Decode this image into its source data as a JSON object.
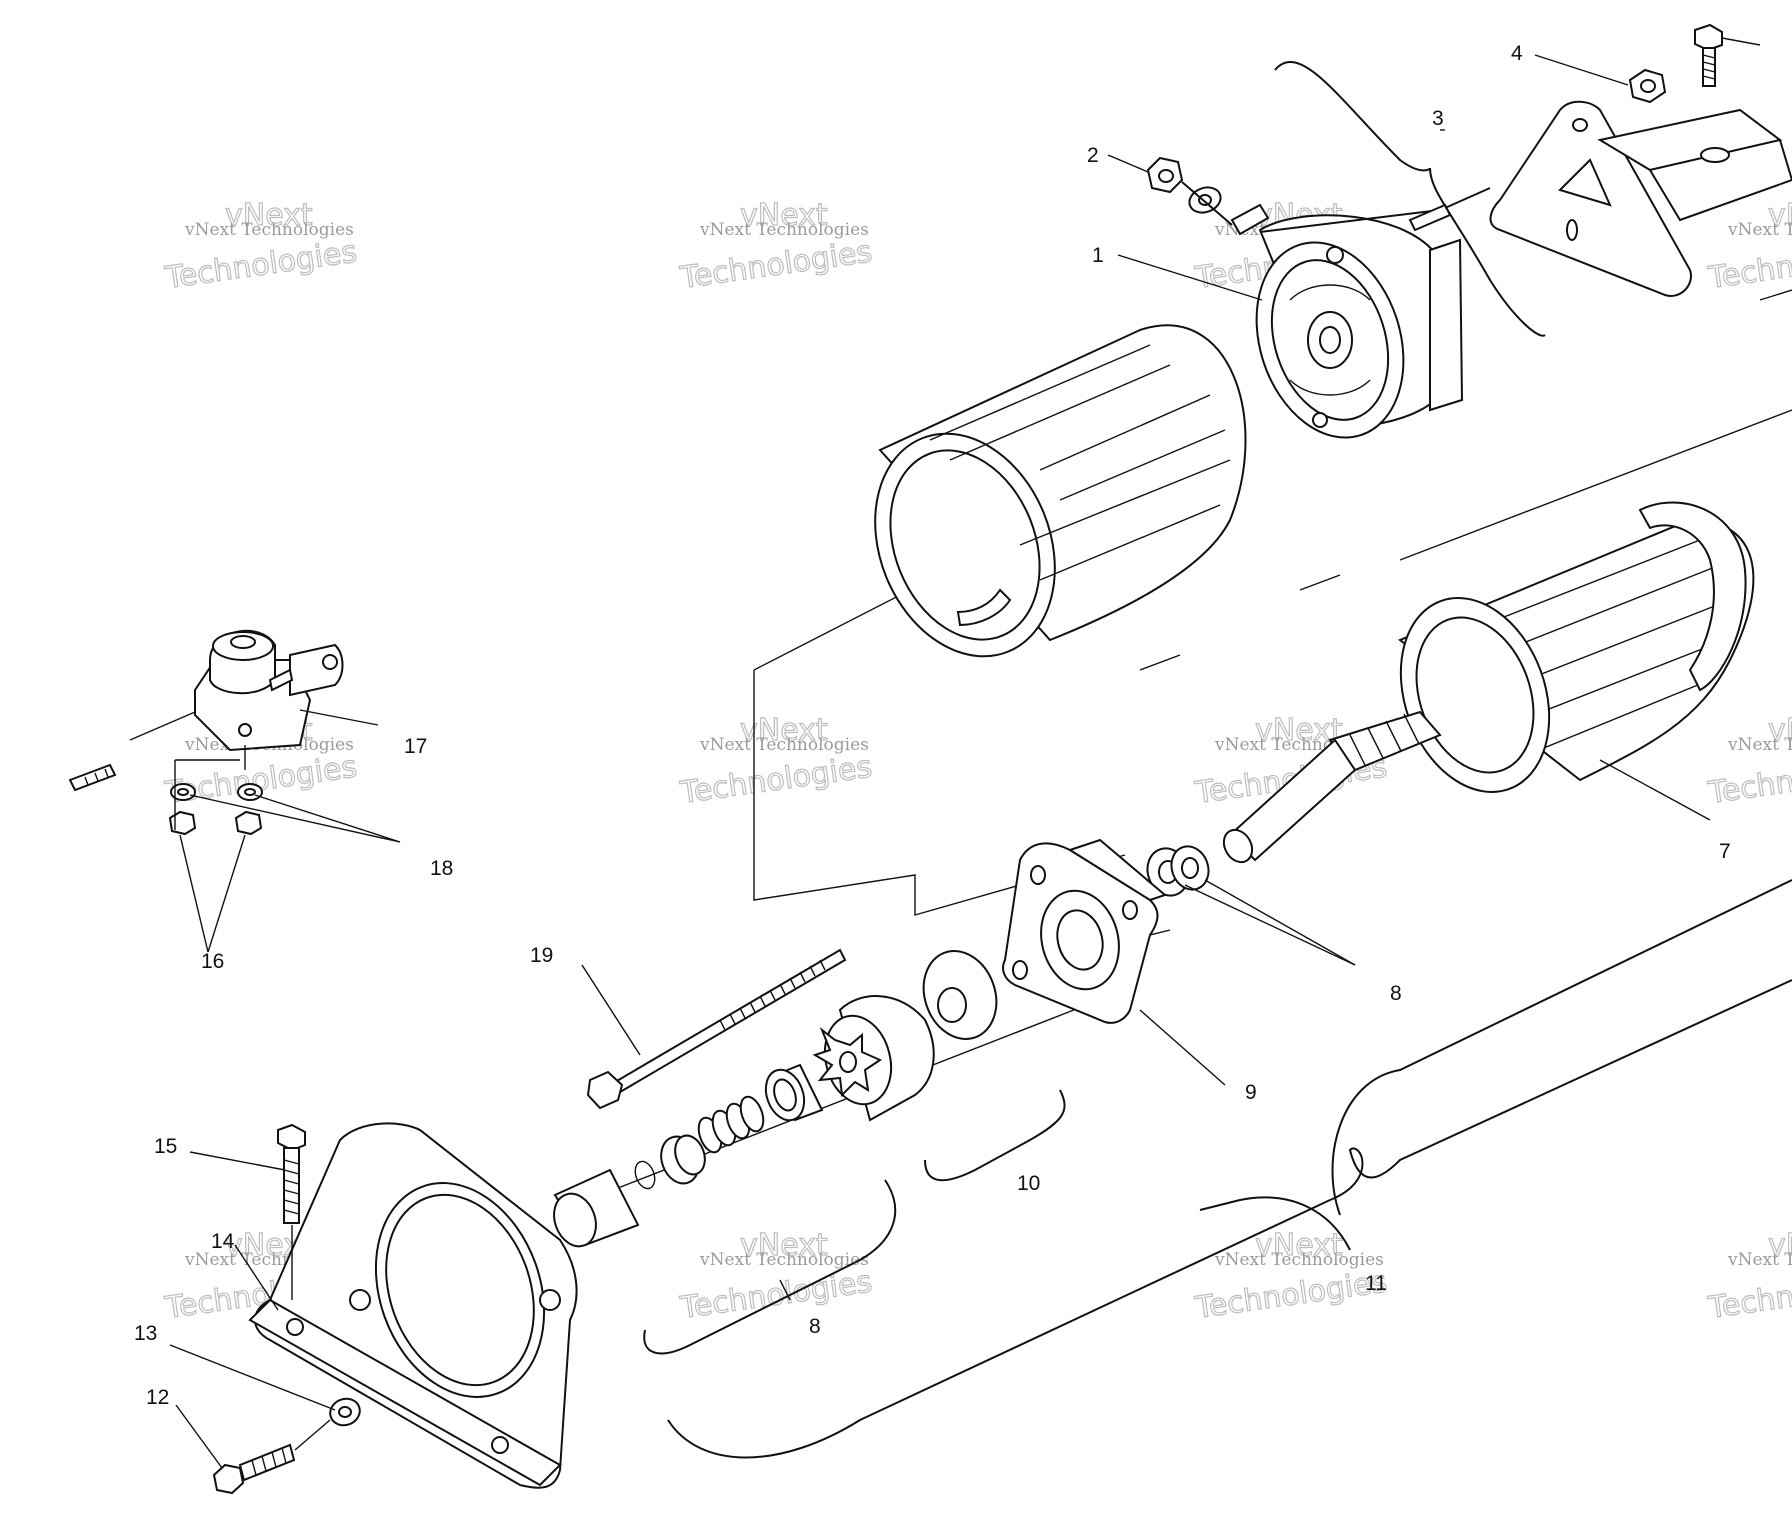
{
  "labels": {
    "l1": "1",
    "l2": "2",
    "l3": "3",
    "l4": "4",
    "l7": "7",
    "l8a": "8",
    "l8b": "8",
    "l9": "9",
    "l10": "10",
    "l11": "11",
    "l12": "12",
    "l13": "13",
    "l14": "14",
    "l15": "15",
    "l16": "16",
    "l17": "17",
    "l18": "18",
    "l19": "19"
  },
  "watermark": {
    "line1": "vNext Technologies",
    "line2": "vNext",
    "line3": "Technologies"
  }
}
